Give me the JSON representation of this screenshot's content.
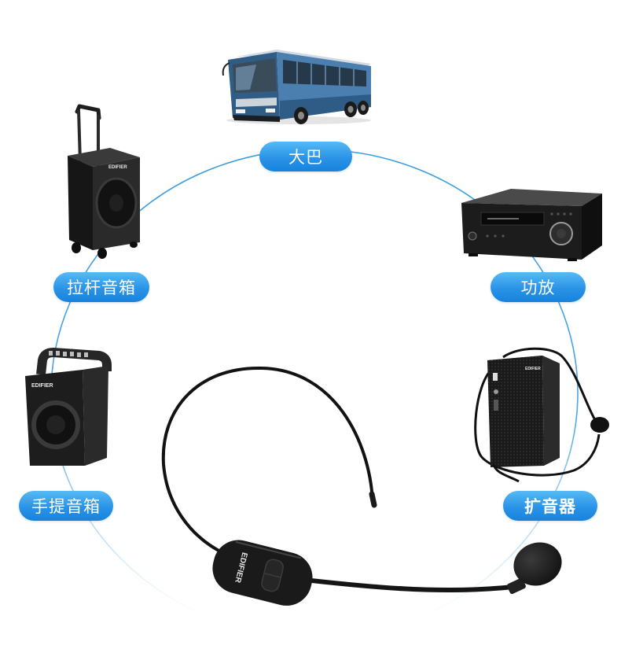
{
  "labels": {
    "bus": "大巴",
    "trolley_speaker": "拉杆音箱",
    "amplifier": "功放",
    "handheld_speaker": "手提音箱",
    "megaphone": "扩音器"
  },
  "brand": "EDIFIER",
  "colors": {
    "label_top": "#55baf6",
    "label_bottom": "#1783de",
    "label_text": "#ffffff",
    "arc": "#3a9de0",
    "device_body": "#1c1c1c",
    "bus_body": "#3b6e9b"
  },
  "icons": {
    "bus": "bus-image",
    "trolley_speaker": "trolley-speaker-image",
    "amplifier": "av-receiver-image",
    "handheld_speaker": "handheld-speaker-image",
    "megaphone": "voice-amplifier-image",
    "headset": "headset-microphone-image"
  }
}
